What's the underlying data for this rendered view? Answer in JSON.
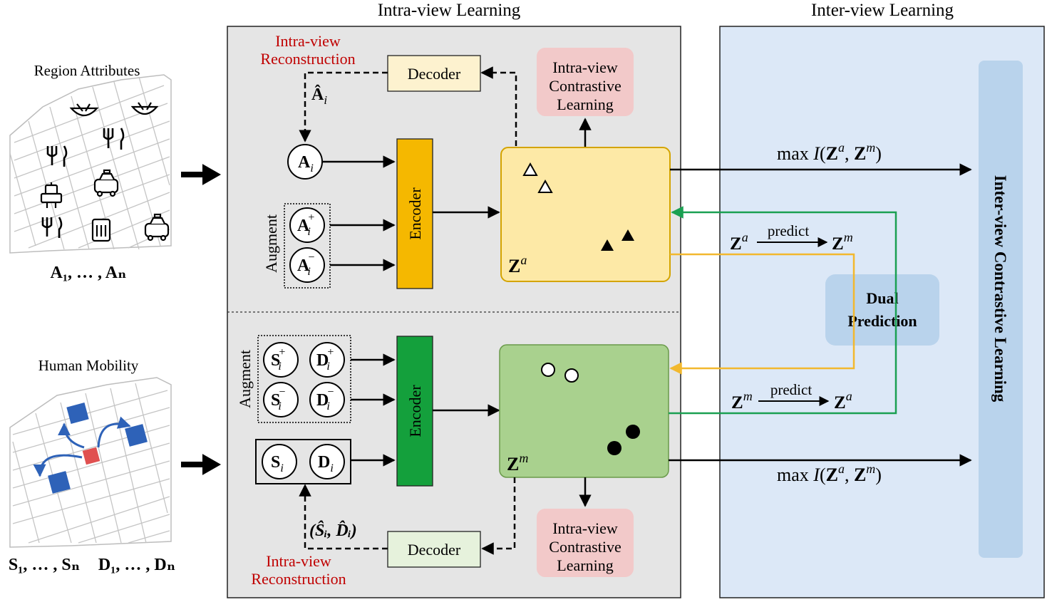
{
  "headers": {
    "intra": "Intra-view  Learning",
    "inter": "Inter-view  Learning"
  },
  "left": {
    "region_title": "Region Attributes",
    "region_seq_bold": "A",
    "region_seq": "A₁, … , Aₙ",
    "mobility_title": "Human Mobility",
    "mobility_seq_s": "S₁, … , Sₙ",
    "mobility_seq_d": "D₁, … , Dₙ"
  },
  "top": {
    "recon_line1": "Intra-view",
    "recon_line2": "Reconstruction",
    "decoder": "Decoder",
    "a_hat": "Â",
    "a_hat_sub": "i",
    "contrast_line1": "Intra-view",
    "contrast_line2": "Contrastive",
    "contrast_line3": "Learning",
    "augment": "Augment",
    "encoder": "Encoder",
    "node_a": "A",
    "node_a_sub": "i",
    "node_plus": "+",
    "node_minus": "−",
    "z_label": "Z",
    "z_sup": "a"
  },
  "bottom": {
    "recon_line1": "Intra-view",
    "recon_line2": "Reconstruction",
    "decoder": "Decoder",
    "sd_hat": "(Ŝᵢ, D̂ᵢ)",
    "contrast_line1": "Intra-view",
    "contrast_line2": "Contrastive",
    "contrast_line3": "Learning",
    "augment": "Augment",
    "encoder": "Encoder",
    "node_s": "S",
    "node_d": "D",
    "node_sub": "i",
    "node_plus": "+",
    "node_minus": "−",
    "z_label": "Z",
    "z_sup": "m"
  },
  "inter": {
    "max_prefix": "max ",
    "max_i": "I",
    "max_open": "(",
    "max_za": "Z",
    "max_a": "a",
    "max_comma": ", ",
    "max_zm": "Z",
    "max_m": "m",
    "max_close": ")",
    "predict": "predict",
    "za": "Z",
    "za_sup": "a",
    "zm": "Z",
    "zm_sup": "m",
    "dual1": "Dual",
    "dual2": "Prediction",
    "bar": "Inter-view Contrastive Learning"
  },
  "colors": {
    "panel_gray": "#e5e5e5",
    "inter_blue": "#dce8f7",
    "bar_blue": "#b9d3ec",
    "decoder_top": "#fdf2cf",
    "decoder_bottom": "#e6f2dc",
    "contrast_pink": "#f2c9c9",
    "encoder_orange": "#f5b800",
    "encoder_green": "#14a03c",
    "za_box": "#fde9a6",
    "zm_box": "#a9d18e",
    "accent_red": "#c00000",
    "arrow_green": "#1aa052",
    "arrow_yellow": "#f2b82e",
    "mobility_blue": "#2e62b8",
    "mobility_red": "#e05050"
  }
}
